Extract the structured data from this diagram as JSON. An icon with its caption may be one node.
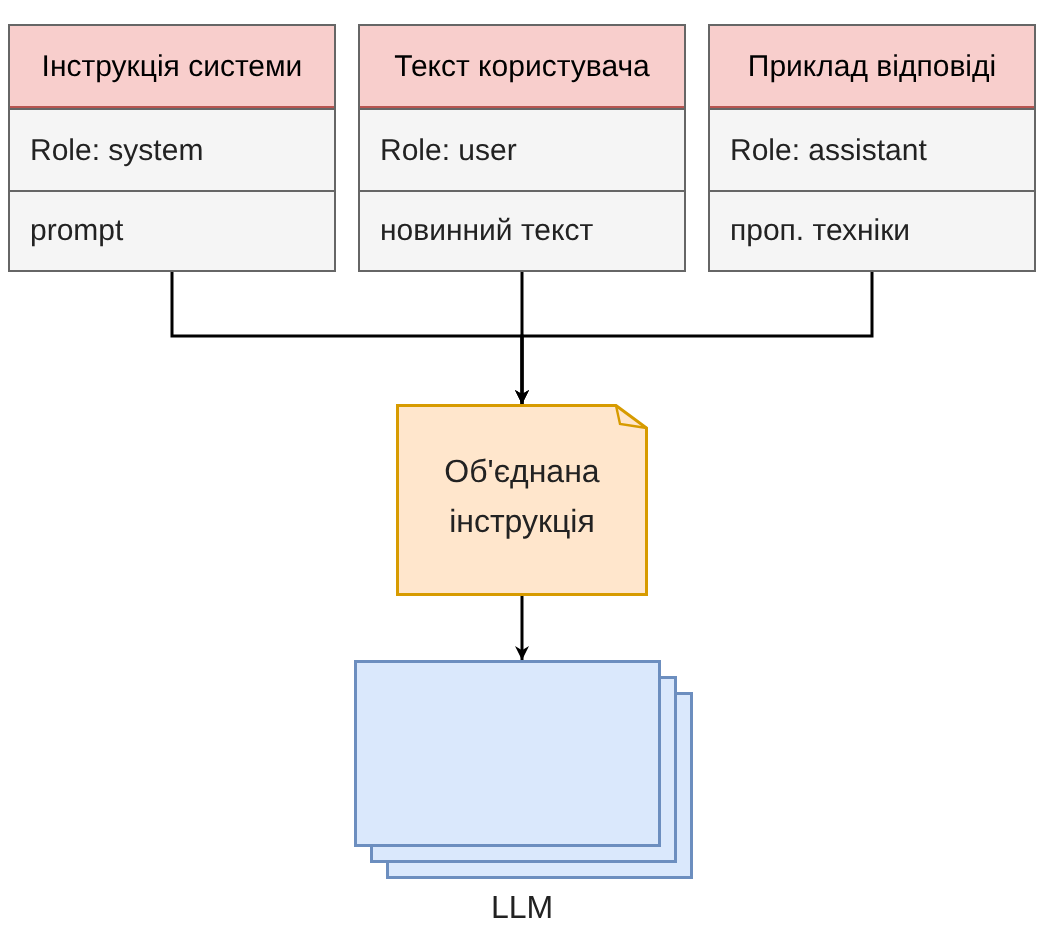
{
  "diagram": {
    "nodes": [
      {
        "text": [
          "Інструкція системи",
          "Role: system",
          "prompt"
        ]
      },
      {
        "text": [
          "Текст користувача",
          "Role: user",
          "новинний текст"
        ]
      },
      {
        "text": [
          "Приклад відповіді",
          "Role: assistant",
          "проп. техніки"
        ]
      },
      {
        "text": [
          "Об'єднана інструкція"
        ]
      },
      {
        "text": [
          "LLM"
        ]
      }
    ],
    "edges": [
      {
        "from": 0,
        "to": 3,
        "arrow": "to"
      },
      {
        "from": 1,
        "to": 3,
        "arrow": "to"
      },
      {
        "from": 2,
        "to": 3,
        "arrow": "to"
      },
      {
        "from": 3,
        "to": 4,
        "arrow": "to"
      }
    ]
  }
}
